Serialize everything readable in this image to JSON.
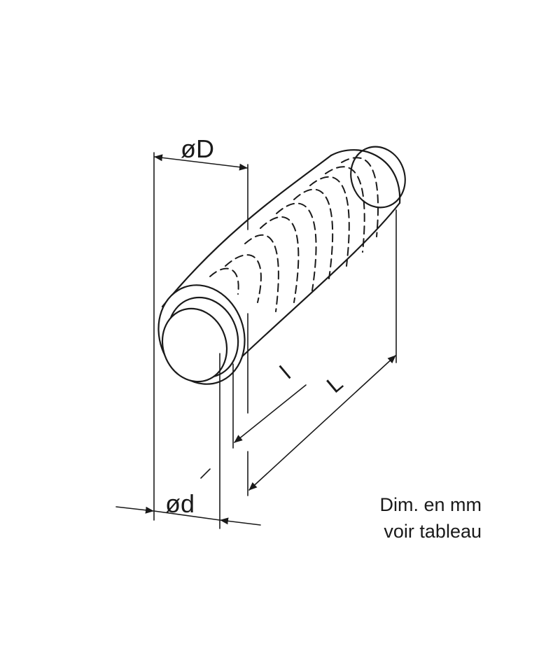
{
  "labels": {
    "outer_diameter": "øD",
    "inner_diameter": "ød",
    "inner_length": "l",
    "outer_length": "L"
  },
  "note": {
    "line1": "Dim. en mm",
    "line2": "voir tableau"
  },
  "colors": {
    "stroke": "#1a1a1a",
    "background": "#ffffff"
  }
}
